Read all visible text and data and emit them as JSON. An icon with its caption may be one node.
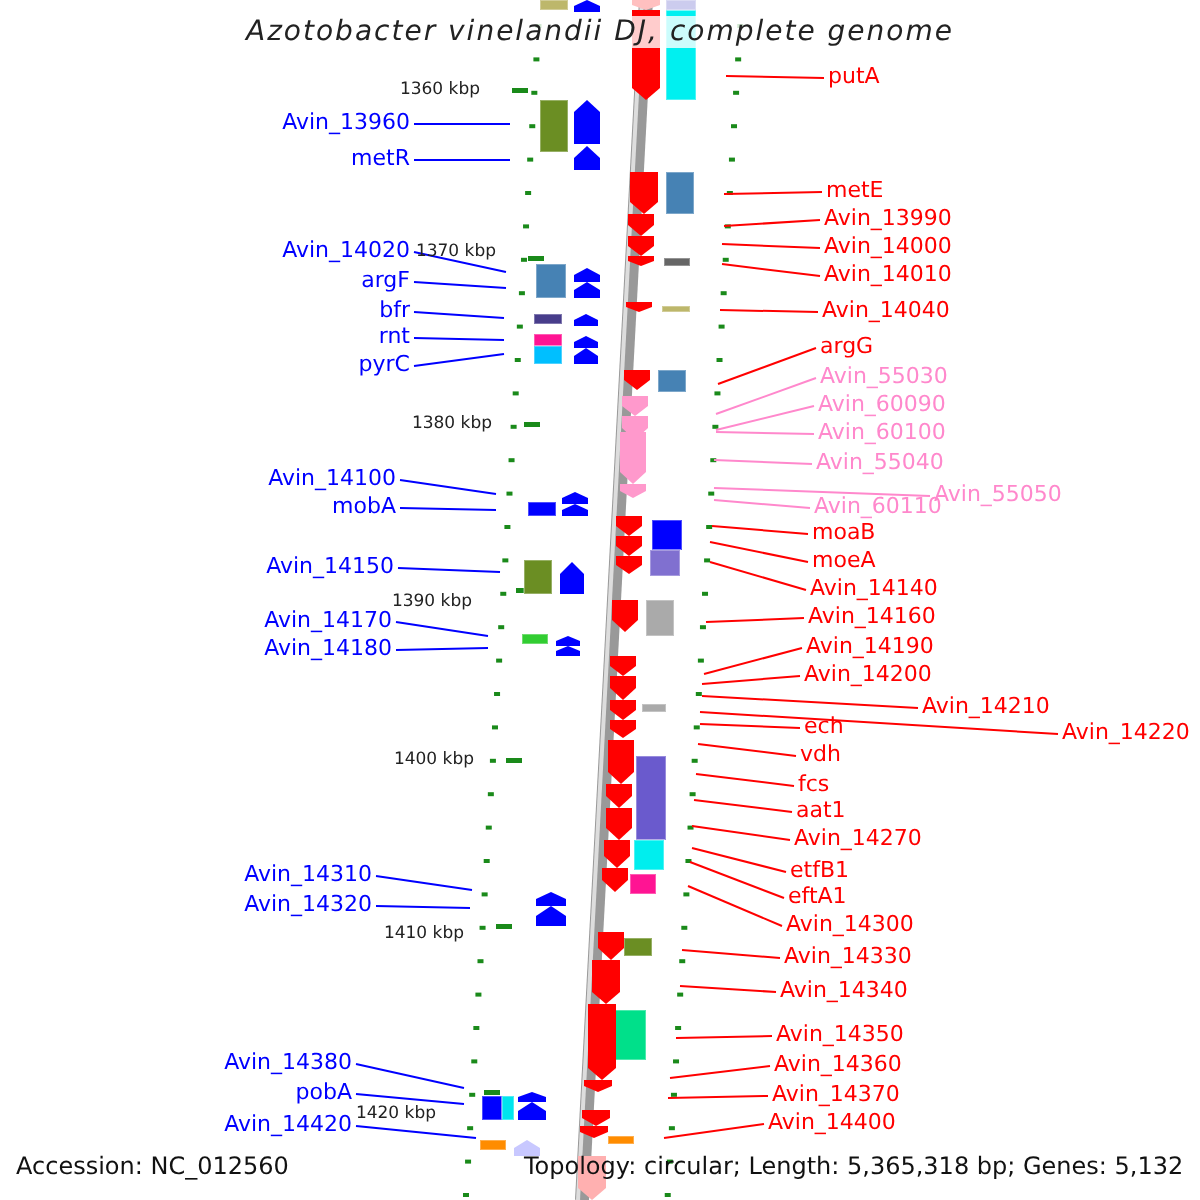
{
  "diagram": {
    "title": "Azotobacter vinelandii DJ, complete genome",
    "nodes": [
      {
        "text": [
          "Avin_13960"
        ]
      },
      {
        "text": [
          "metR"
        ]
      },
      {
        "text": [
          "Avin_14020"
        ]
      },
      {
        "text": [
          "argF"
        ]
      },
      {
        "text": [
          "bfr"
        ]
      },
      {
        "text": [
          "rnt"
        ]
      },
      {
        "text": [
          "pyrC"
        ]
      },
      {
        "text": [
          "Avin_14100"
        ]
      },
      {
        "text": [
          "mobA"
        ]
      },
      {
        "text": [
          "Avin_14150"
        ]
      },
      {
        "text": [
          "Avin_14170"
        ]
      },
      {
        "text": [
          "Avin_14180"
        ]
      },
      {
        "text": [
          "Avin_14310"
        ]
      },
      {
        "text": [
          "Avin_14320"
        ]
      },
      {
        "text": [
          "Avin_14380"
        ]
      },
      {
        "text": [
          "pobA"
        ]
      },
      {
        "text": [
          "Avin_14420"
        ]
      },
      {
        "text": [
          "putA"
        ]
      },
      {
        "text": [
          "metE"
        ]
      },
      {
        "text": [
          "Avin_13990"
        ]
      },
      {
        "text": [
          "Avin_14000"
        ]
      },
      {
        "text": [
          "Avin_14010"
        ]
      },
      {
        "text": [
          "Avin_14040"
        ]
      },
      {
        "text": [
          "argG"
        ]
      },
      {
        "text": [
          "Avin_55030"
        ]
      },
      {
        "text": [
          "Avin_60090"
        ]
      },
      {
        "text": [
          "Avin_60100"
        ]
      },
      {
        "text": [
          "Avin_55040"
        ]
      },
      {
        "text": [
          "Avin_55050"
        ]
      },
      {
        "text": [
          "Avin_60110"
        ]
      },
      {
        "text": [
          "moaB"
        ]
      },
      {
        "text": [
          "moeA"
        ]
      },
      {
        "text": [
          "Avin_14140"
        ]
      },
      {
        "text": [
          "Avin_14160"
        ]
      },
      {
        "text": [
          "Avin_14190"
        ]
      },
      {
        "text": [
          "Avin_14200"
        ]
      },
      {
        "text": [
          "Avin_14210"
        ]
      },
      {
        "text": [
          "Avin_14220"
        ]
      },
      {
        "text": [
          "ech"
        ]
      },
      {
        "text": [
          "vdh"
        ]
      },
      {
        "text": [
          "fcs"
        ]
      },
      {
        "text": [
          "aat1"
        ]
      },
      {
        "text": [
          "Avin_14270"
        ]
      },
      {
        "text": [
          "etfB1"
        ]
      },
      {
        "text": [
          "eftA1"
        ]
      },
      {
        "text": [
          "Avin_14300"
        ]
      },
      {
        "text": [
          "Avin_14330"
        ]
      },
      {
        "text": [
          "Avin_14340"
        ]
      },
      {
        "text": [
          "Avin_14350"
        ]
      },
      {
        "text": [
          "Avin_14360"
        ]
      },
      {
        "text": [
          "Avin_14370"
        ]
      },
      {
        "text": [
          "Avin_14400"
        ]
      }
    ],
    "edges": [
      {
        "from": 0,
        "to": null,
        "arrow": "none",
        "color": "#0000ff"
      },
      {
        "from": 1,
        "to": null,
        "arrow": "none",
        "color": "#0000ff"
      },
      {
        "from": 2,
        "to": null,
        "arrow": "none",
        "color": "#0000ff"
      },
      {
        "from": 3,
        "to": null,
        "arrow": "none",
        "color": "#0000ff"
      },
      {
        "from": 4,
        "to": null,
        "arrow": "none",
        "color": "#0000ff"
      },
      {
        "from": 5,
        "to": null,
        "arrow": "none",
        "color": "#0000ff"
      },
      {
        "from": 6,
        "to": null,
        "arrow": "none",
        "color": "#0000ff"
      },
      {
        "from": 7,
        "to": null,
        "arrow": "none",
        "color": "#0000ff"
      },
      {
        "from": 8,
        "to": null,
        "arrow": "none",
        "color": "#0000ff"
      },
      {
        "from": 9,
        "to": null,
        "arrow": "none",
        "color": "#0000ff"
      },
      {
        "from": 10,
        "to": null,
        "arrow": "none",
        "color": "#0000ff"
      },
      {
        "from": 11,
        "to": null,
        "arrow": "none",
        "color": "#0000ff"
      },
      {
        "from": 12,
        "to": null,
        "arrow": "none",
        "color": "#0000ff"
      },
      {
        "from": 13,
        "to": null,
        "arrow": "none",
        "color": "#0000ff"
      },
      {
        "from": 14,
        "to": null,
        "arrow": "none",
        "color": "#0000ff"
      },
      {
        "from": 15,
        "to": null,
        "arrow": "none",
        "color": "#0000ff"
      },
      {
        "from": 16,
        "to": null,
        "arrow": "none",
        "color": "#0000ff"
      },
      {
        "from": 17,
        "to": null,
        "arrow": "none"
      },
      {
        "from": 18,
        "to": null,
        "arrow": "none"
      },
      {
        "from": 19,
        "to": null,
        "arrow": "none"
      },
      {
        "from": 20,
        "to": null,
        "arrow": "none"
      },
      {
        "from": 21,
        "to": null,
        "arrow": "none"
      },
      {
        "from": 22,
        "to": null,
        "arrow": "none"
      },
      {
        "from": 23,
        "to": null,
        "arrow": "none"
      },
      {
        "from": 24,
        "to": null,
        "arrow": "none",
        "color": "#ff88cc"
      },
      {
        "from": 25,
        "to": null,
        "arrow": "none",
        "color": "#ff88cc"
      },
      {
        "from": 26,
        "to": null,
        "arrow": "none",
        "color": "#ff88cc"
      },
      {
        "from": 27,
        "to": null,
        "arrow": "none",
        "color": "#ff88cc"
      },
      {
        "from": 28,
        "to": null,
        "arrow": "none",
        "color": "#ff88cc"
      },
      {
        "from": 29,
        "to": null,
        "arrow": "none",
        "color": "#ff88cc"
      },
      {
        "from": 30,
        "to": null,
        "arrow": "none"
      },
      {
        "from": 31,
        "to": null,
        "arrow": "none"
      },
      {
        "from": 32,
        "to": null,
        "arrow": "none"
      },
      {
        "from": 33,
        "to": null,
        "arrow": "none"
      },
      {
        "from": 34,
        "to": null,
        "arrow": "none"
      },
      {
        "from": 35,
        "to": null,
        "arrow": "none"
      },
      {
        "from": 36,
        "to": null,
        "arrow": "none"
      },
      {
        "from": 37,
        "to": null,
        "arrow": "none"
      },
      {
        "from": 38,
        "to": null,
        "arrow": "none"
      },
      {
        "from": 39,
        "to": null,
        "arrow": "none"
      },
      {
        "from": 40,
        "to": null,
        "arrow": "none"
      },
      {
        "from": 41,
        "to": null,
        "arrow": "none"
      },
      {
        "from": 42,
        "to": null,
        "arrow": "none"
      },
      {
        "from": 43,
        "to": null,
        "arrow": "none"
      },
      {
        "from": 44,
        "to": null,
        "arrow": "none"
      },
      {
        "from": 45,
        "to": null,
        "arrow": "none"
      },
      {
        "from": 46,
        "to": null,
        "arrow": "none"
      },
      {
        "from": 47,
        "to": null,
        "arrow": "none"
      },
      {
        "from": 48,
        "to": null,
        "arrow": "none"
      },
      {
        "from": 49,
        "to": null,
        "arrow": "none"
      },
      {
        "from": 50,
        "to": null,
        "arrow": "none"
      },
      {
        "from": 51,
        "to": null,
        "arrow": "none"
      }
    ],
    "labels": [
      "1360 kbp",
      "1370 kbp",
      "1380 kbp",
      "1390 kbp",
      "1400 kbp",
      "1410 kbp",
      "1420 kbp",
      "Accession: NC_012560",
      "Topology: circular; Length: 5,365,318 bp; Genes: 5,132"
    ]
  }
}
